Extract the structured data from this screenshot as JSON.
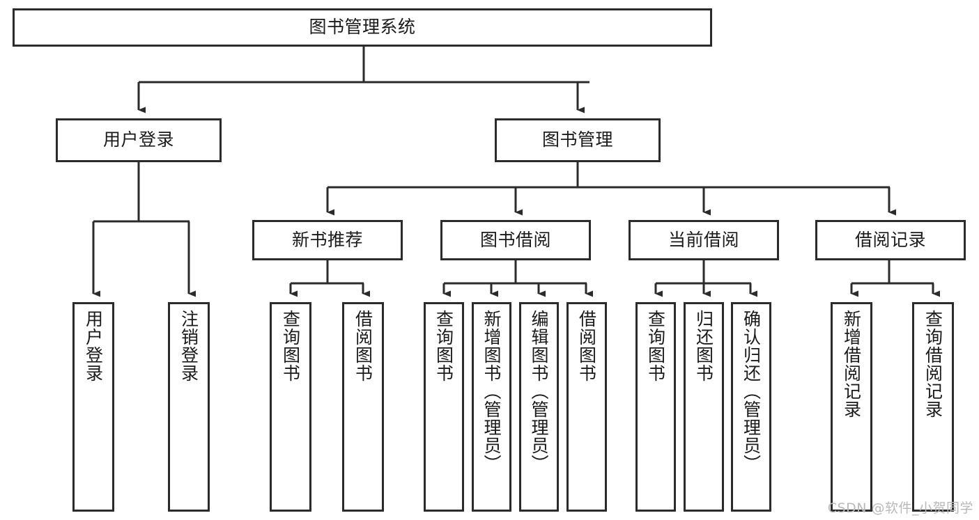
{
  "diagram": {
    "title": "图书管理系统",
    "type": "tree-hierarchy-chart",
    "watermark": "CSDN @软件_小贺同学",
    "stroke_color": "#2b2b2b",
    "background_color": "#ffffff",
    "text_color": "#1a1a1a"
  },
  "nodes": {
    "root": {
      "label": "图书管理系统"
    },
    "level2": [
      {
        "label": "用户登录"
      },
      {
        "label": "图书管理"
      }
    ],
    "level3": [
      {
        "label": "新书推荐"
      },
      {
        "label": "图书借阅"
      },
      {
        "label": "当前借阅"
      },
      {
        "label": "借阅记录"
      }
    ],
    "leaves": {
      "user_login": [
        {
          "label": "用户登录"
        },
        {
          "label": "注销登录"
        }
      ],
      "new_book_recommend": [
        {
          "label": "查询图书"
        },
        {
          "label": "借阅图书"
        }
      ],
      "book_borrow": [
        {
          "label": "查询图书"
        },
        {
          "label": "新增图书（管理员）"
        },
        {
          "label": "编辑图书（管理员）"
        },
        {
          "label": "借阅图书"
        }
      ],
      "current_borrow": [
        {
          "label": "查询图书"
        },
        {
          "label": "归还图书"
        },
        {
          "label": "确认归还（管理员）"
        }
      ],
      "borrow_record": [
        {
          "label": "新增借阅记录"
        },
        {
          "label": "查询借阅记录"
        }
      ]
    }
  }
}
